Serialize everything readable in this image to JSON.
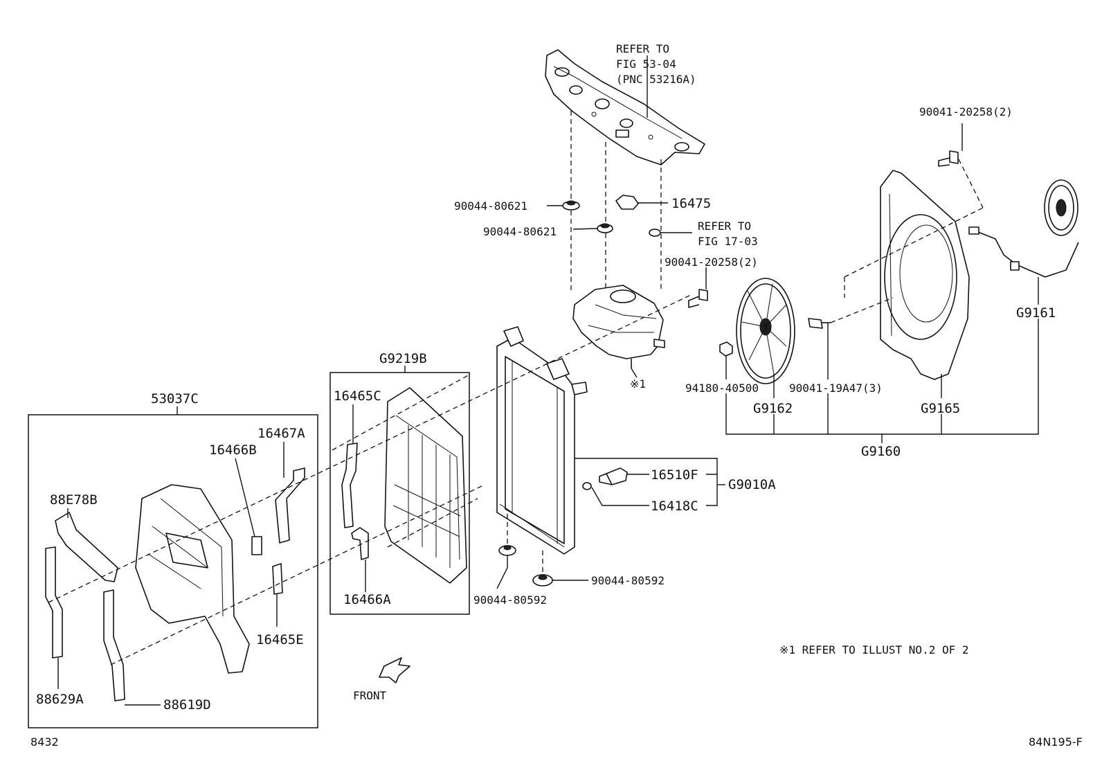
{
  "labels": {
    "refer_fig_53_04": [
      "REFER TO",
      "FIG 53-04",
      "(PNC 53216A)"
    ],
    "refer_fig_17_03": [
      "REFER TO",
      "FIG 17-03"
    ],
    "p90041_20258_top": "90041-20258(2)",
    "p90041_20258_mid": "90041-20258(2)",
    "p90044_80621_a": "90044-80621",
    "p90044_80621_b": "90044-80621",
    "p16475": "16475",
    "p94180_40500": "94180-40500",
    "p90041_19a47": "90041-19A47(3)",
    "g9161": "G9161",
    "g9162": "G9162",
    "g9165": "G9165",
    "g9160": "G9160",
    "g9219b": "G9219B",
    "p16465c": "16465C",
    "p16466a": "16466A",
    "p53037c": "53037C",
    "p16467a": "16467A",
    "p16466b": "16466B",
    "p88e78b": "88E78B",
    "p16465e": "16465E",
    "p88629a": "88629A",
    "p88619d": "88619D",
    "p16510f": "16510F",
    "p16418c": "16418C",
    "g9010a": "G9010A",
    "p90044_80592_a": "90044-80592",
    "p90044_80592_b": "90044-80592",
    "note_marker": "※1",
    "note_text": "※1 REFER TO ILLUST NO.2 OF 2",
    "front": "FRONT",
    "footer_left": "8432",
    "footer_right": "84N195-F"
  }
}
